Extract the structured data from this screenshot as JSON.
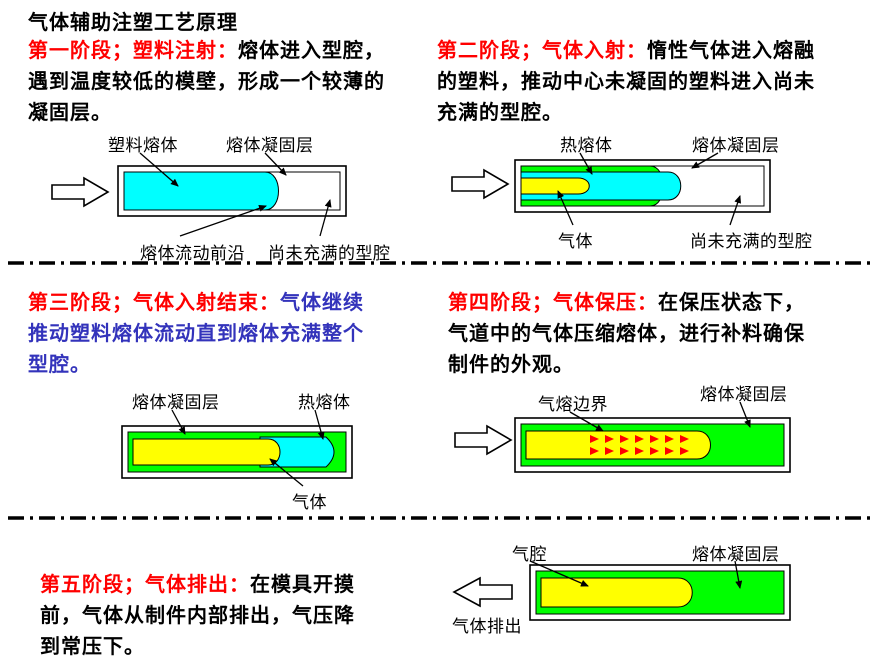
{
  "title": "气体辅助注塑工艺原理",
  "colors": {
    "heading_red": "#ff0000",
    "stage3_body_blue": "#3333bb",
    "melt_cyan": "#00ffff",
    "solidified_green": "#00ff00",
    "gas_yellow": "#ffff00",
    "pressure_arrow_red": "#ff0000"
  },
  "stage1": {
    "heading": "第一阶段；塑料注射：",
    "body": "熔体进入型腔，遇到温度较低的模壁，形成一个较薄的凝固层。",
    "labels": {
      "plastic_melt": "塑料熔体",
      "solidified_layer": "熔体凝固层",
      "flow_front": "熔体流动前沿",
      "unfilled_cavity": "尚未充满的型腔"
    }
  },
  "stage2": {
    "heading": "第二阶段；气体入射：",
    "body": "惰性气体进入熔融的塑料，推动中心未凝固的塑料进入尚未充满的型腔。",
    "labels": {
      "hot_melt": "热熔体",
      "solidified_layer": "熔体凝固层",
      "gas": "气体",
      "unfilled_cavity": "尚未充满的型腔"
    }
  },
  "stage3": {
    "heading": "第三阶段；气体入射结束：",
    "body": "气体继续推动塑料熔体流动直到熔体充满整个型腔。",
    "labels": {
      "solidified_layer": "熔体凝固层",
      "hot_melt": "热熔体",
      "gas": "气体"
    }
  },
  "stage4": {
    "heading": "第四阶段；气体保压：",
    "body": "在保压状态下，气道中的气体压缩熔体，进行补料确保制件的外观。",
    "labels": {
      "gas_melt_boundary": "气熔边界",
      "solidified_layer": "熔体凝固层"
    }
  },
  "stage5": {
    "heading": "第五阶段；气体排出：",
    "body": "在模具开摸前，气体从制件内部排出，气压降到常压下。",
    "labels": {
      "gas_cavity": "气腔",
      "solidified_layer": "熔体凝固层",
      "gas_exhaust": "气体排出"
    }
  }
}
